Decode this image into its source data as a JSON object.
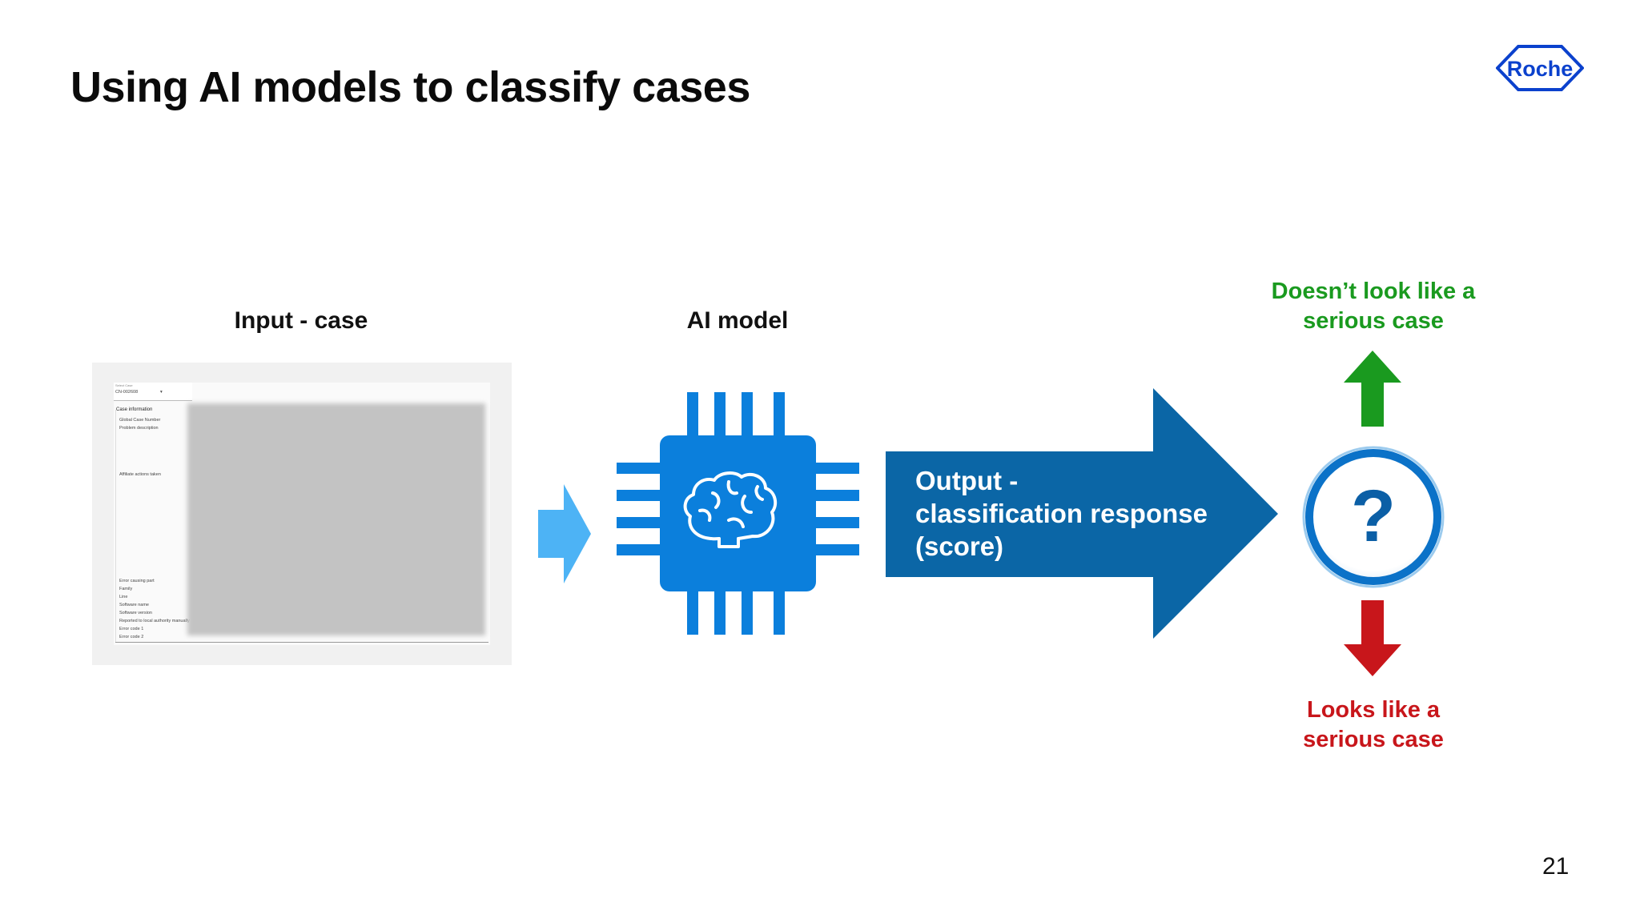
{
  "slide": {
    "title": "Using AI models to classify cases",
    "logo_text": "Roche",
    "page_number": "21"
  },
  "input": {
    "label": "Input - case",
    "screenshot": {
      "dropdown_label": "Select Case",
      "dropdown_value": "CN-002608",
      "section_title": "Case information",
      "fields": [
        "Global Case Number",
        "Problem description",
        "Affiliate actions taken",
        "Error causing part",
        "Family",
        "Line",
        "Software name",
        "Software version",
        "Reported to local authority manually",
        "Error code 1",
        "Error code 2"
      ]
    }
  },
  "model": {
    "label": "AI model"
  },
  "output": {
    "lines": [
      "Output -",
      "classification response",
      "(score)"
    ]
  },
  "results": {
    "not_serious": [
      "Doesn’t look like a",
      "serious case"
    ],
    "serious": [
      "Looks like a",
      "serious case"
    ],
    "question_mark": "?"
  },
  "colors": {
    "chip_blue": "#0b7fdc",
    "output_blue": "#0b66a6",
    "input_arrow": "#4db3f5",
    "not_serious_green": "#1a9a1f",
    "serious_red": "#c8161b",
    "logo_blue": "#0b41cd"
  },
  "icons": [
    "brain-icon",
    "chip-icon",
    "question-icon",
    "arrow-up-icon",
    "arrow-down-icon",
    "arrow-right-icon"
  ]
}
